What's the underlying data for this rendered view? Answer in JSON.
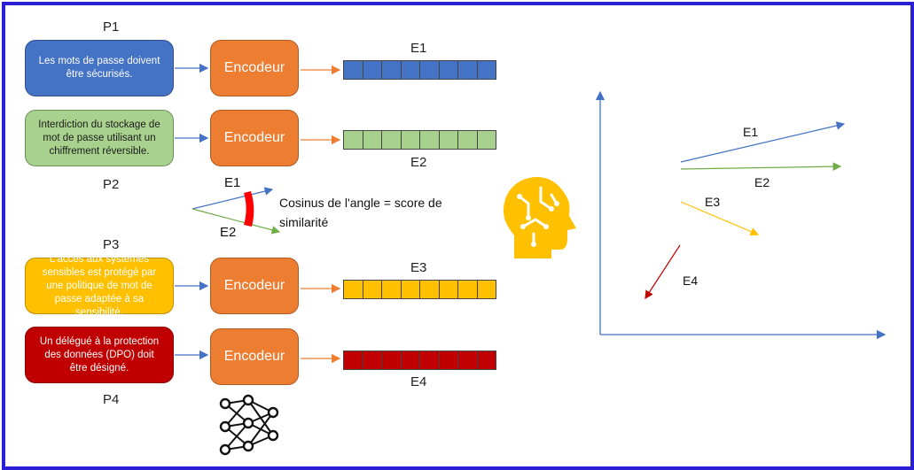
{
  "passages": [
    {
      "label": "P1",
      "text": "Les mots de passe doivent être sécurisés.",
      "color": "#4472c4"
    },
    {
      "label": "P2",
      "text": "Interdiction du stockage de mot de passe utilisant un chiffrement réversible.",
      "color": "#a9d18e"
    },
    {
      "label": "P3",
      "text": "L'accès aux systèmes sensibles est protégé par une politique de mot de passe adaptée à sa sensibilité.",
      "color": "#ffc000"
    },
    {
      "label": "P4",
      "text": "Un délégué à la protection des données (DPO) doit être désigné.",
      "color": "#c00000"
    }
  ],
  "encoder_label": "Encodeur",
  "embeddings": [
    {
      "label": "E1",
      "color": "#4472c4",
      "cells": 8
    },
    {
      "label": "E2",
      "color": "#a9d18e",
      "cells": 8
    },
    {
      "label": "E3",
      "color": "#ffc000",
      "cells": 8
    },
    {
      "label": "E4",
      "color": "#c00000",
      "cells": 8
    }
  ],
  "angle_illustration": {
    "vector_a": "E1",
    "vector_b": "E2",
    "caption": "Cosinus de l'angle = score de similarité"
  },
  "embedding_space": {
    "vectors": [
      {
        "label": "E1",
        "color": "#4472c4"
      },
      {
        "label": "E2",
        "color": "#70ad47"
      },
      {
        "label": "E3",
        "color": "#ffc000"
      },
      {
        "label": "E4",
        "color": "#c00000"
      }
    ]
  },
  "icons": [
    "brain-head-icon",
    "neural-network-icon"
  ],
  "colors": {
    "frame": "#2b1fd6",
    "encoder": "#ed7d31",
    "arrow": "#4472c4"
  }
}
